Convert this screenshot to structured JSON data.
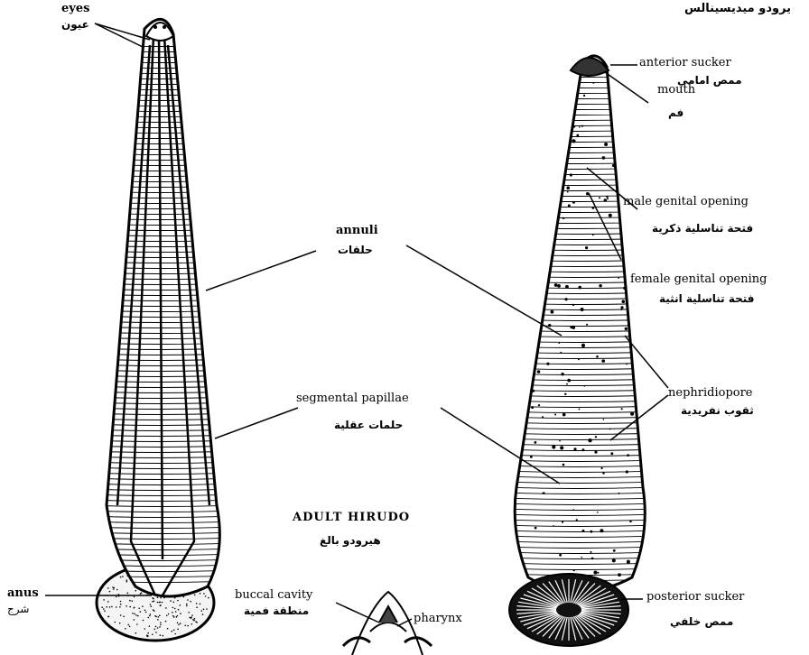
{
  "header_fragment": "يرودو ميديسينالس",
  "title": {
    "en": "ADULT HIRUDO",
    "ar": "هيرودو بالغ"
  },
  "labels": {
    "eyes": {
      "en": "eyes",
      "ar": "عيون"
    },
    "annuli": {
      "en": "annuli",
      "ar": "حلقات"
    },
    "segmental_papillae": {
      "en": "segmental  papillae",
      "ar": "حلمات عقلية"
    },
    "anus": {
      "en": "anus",
      "ar": "شرج"
    },
    "buccal_cavity": {
      "en": "buccal cavity",
      "ar": "منطقة فمية"
    },
    "pharynx": {
      "en": "pharynx"
    },
    "anterior_sucker": {
      "en": "anterior sucker",
      "ar": "ممص امامي"
    },
    "mouth": {
      "en": "mouth",
      "ar": "فم"
    },
    "male_genital_opening": {
      "en": "male genital opening",
      "ar": "فتحة تناسلية ذكرية"
    },
    "female_genital_opening": {
      "en": "female genital opening",
      "ar": "فتحة تناسلية انثية"
    },
    "nephridiopore": {
      "en": "nephridiopore",
      "ar": "ثقوب نفريدية"
    },
    "posterior_sucker": {
      "en": "posterior sucker",
      "ar": "ممص خلفي"
    }
  }
}
